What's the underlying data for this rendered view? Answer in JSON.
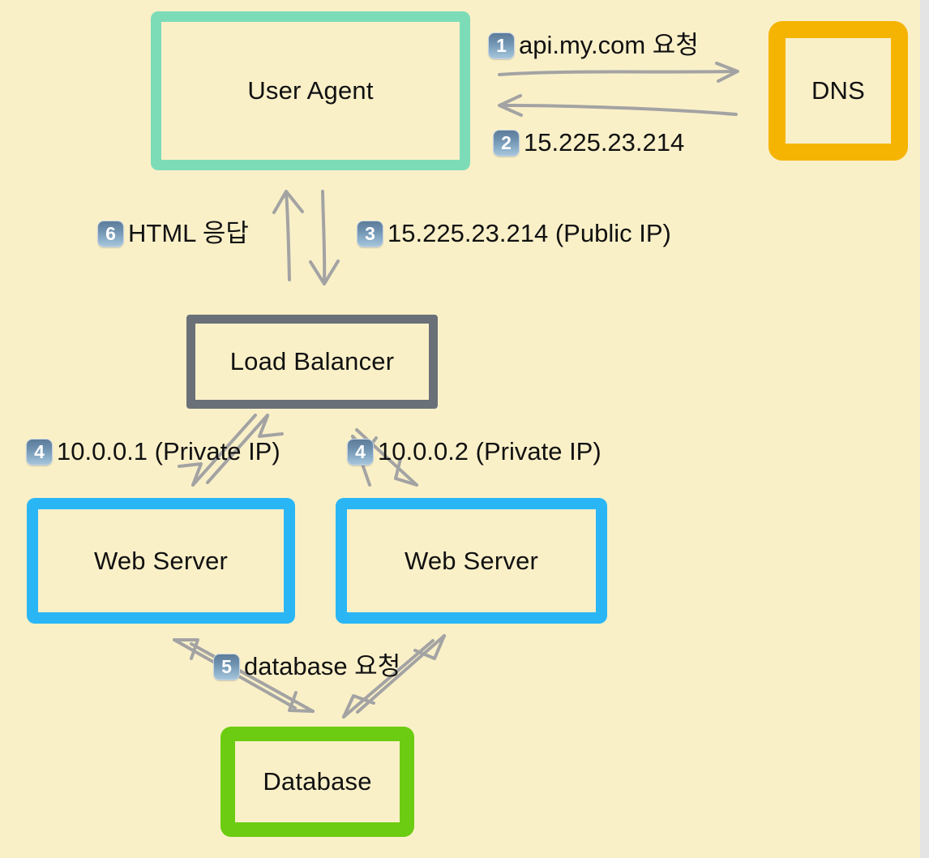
{
  "diagram": {
    "title": "Web request flow diagram",
    "background_color": "#faf0c8",
    "arrow_color": "#a3a3a3",
    "nodes": [
      {
        "id": "user-agent",
        "label": "User Agent",
        "border_color": "#7ddcb8"
      },
      {
        "id": "dns",
        "label": "DNS",
        "border_color": "#f5b402"
      },
      {
        "id": "load-balancer",
        "label": "Load Balancer",
        "border_color": "#6a7078"
      },
      {
        "id": "web-server-1",
        "label": "Web Server",
        "border_color": "#2ab6f4"
      },
      {
        "id": "web-server-2",
        "label": "Web Server",
        "border_color": "#2ab6f4"
      },
      {
        "id": "database",
        "label": "Database",
        "border_color": "#6ccc11"
      }
    ],
    "steps": [
      {
        "number": "1",
        "text": "api.my.com 요청",
        "from": "user-agent",
        "to": "dns"
      },
      {
        "number": "2",
        "text": "15.225.23.214",
        "from": "dns",
        "to": "user-agent"
      },
      {
        "number": "3",
        "text": "15.225.23.214 (Public IP)",
        "from": "user-agent",
        "to": "load-balancer"
      },
      {
        "number": "4",
        "text": "10.0.0.1 (Private IP)",
        "from": "load-balancer",
        "to": "web-server-1"
      },
      {
        "number": "4",
        "text": "10.0.0.2 (Private IP)",
        "from": "load-balancer",
        "to": "web-server-2"
      },
      {
        "number": "5",
        "text": "database 요청",
        "from": "web-server",
        "to": "database"
      },
      {
        "number": "6",
        "text": "HTML 응답",
        "from": "load-balancer",
        "to": "user-agent"
      }
    ]
  }
}
